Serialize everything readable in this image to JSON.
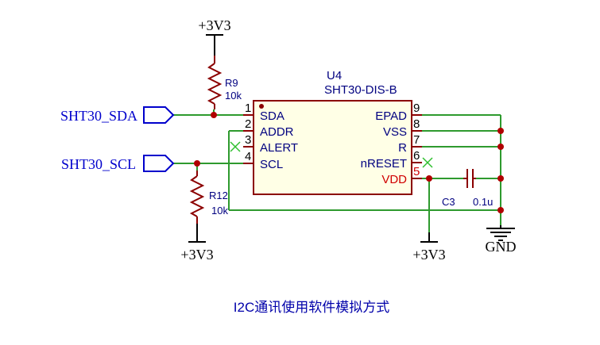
{
  "chip": {
    "designator": "U4",
    "part": "SHT30-DIS-B",
    "left_pins": [
      {
        "num": "1",
        "name": "SDA"
      },
      {
        "num": "2",
        "name": "ADDR"
      },
      {
        "num": "3",
        "name": "ALERT"
      },
      {
        "num": "4",
        "name": "SCL"
      }
    ],
    "right_pins": [
      {
        "num": "9",
        "name": "EPAD"
      },
      {
        "num": "8",
        "name": "VSS"
      },
      {
        "num": "7",
        "name": "R"
      },
      {
        "num": "6",
        "name": "nRESET"
      },
      {
        "num": "5",
        "name": "VDD"
      }
    ]
  },
  "resistors": {
    "r9": {
      "designator": "R9",
      "value": "10k"
    },
    "r12": {
      "designator": "R12",
      "value": "10k"
    }
  },
  "capacitor": {
    "designator": "C3",
    "value": "0.1u"
  },
  "power": {
    "top": "+3V3",
    "r12_bottom": "+3V3",
    "vdd_bottom": "+3V3",
    "ground": "GND"
  },
  "net_ports": {
    "sda": "SHT30_SDA",
    "scl": "SHT30_SCL"
  },
  "caption": "I2C通讯使用软件模拟方式",
  "colors": {
    "wire": "#2e9a2e",
    "component": "#8b0000",
    "pin_text": "#000080",
    "net_label": "#0000cc",
    "no_connect": "#2fbf2f"
  }
}
